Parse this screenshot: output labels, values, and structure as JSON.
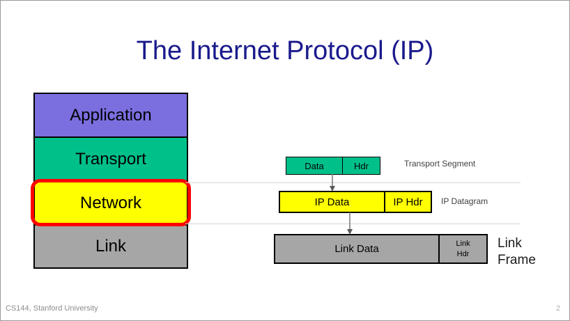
{
  "slide": {
    "title": "The Internet Protocol (IP)",
    "title_color": "#1a1a8c",
    "background": "#ffffff"
  },
  "stack": {
    "layers": [
      {
        "label": "Application",
        "color": "#7b6fe0"
      },
      {
        "label": "Transport",
        "color": "#00c08a"
      },
      {
        "label": "Network",
        "color": "#ffff00",
        "highlight_color": "#ff0000",
        "highlighted": "true"
      },
      {
        "label": "Link",
        "color": "#a6a6a6"
      }
    ]
  },
  "pdus": [
    {
      "name": "transport-segment",
      "color": "#00c08a",
      "cells": [
        {
          "label": "Data"
        },
        {
          "label": "Hdr"
        }
      ],
      "caption": "Transport Segment"
    },
    {
      "name": "ip-datagram",
      "color": "#ffff00",
      "cells": [
        {
          "label": "IP Data"
        },
        {
          "label": "IP Hdr"
        }
      ],
      "caption": "IP Datagram"
    },
    {
      "name": "link-frame",
      "color": "#a6a6a6",
      "cells": [
        {
          "label": "Link Data"
        },
        {
          "label_line1": "Link",
          "label_line2": "Hdr"
        }
      ],
      "caption_line1": "Link",
      "caption_line2": "Frame"
    }
  ],
  "footer": {
    "course": "CS144, Stanford University",
    "page_number": "2"
  }
}
